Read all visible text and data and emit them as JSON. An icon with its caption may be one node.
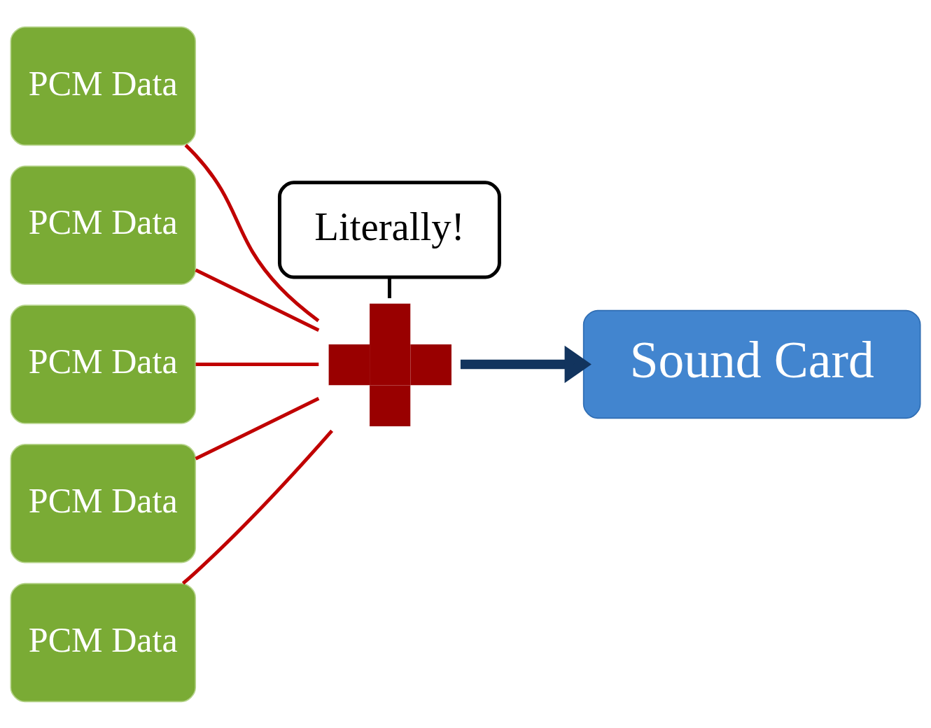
{
  "diagram": {
    "nodes": [
      {
        "text": [
          "PCM Data"
        ]
      },
      {
        "text": [
          "PCM Data"
        ]
      },
      {
        "text": [
          "PCM Data"
        ]
      },
      {
        "text": [
          "PCM Data"
        ]
      },
      {
        "text": [
          "PCM Data"
        ]
      },
      {
        "text": [
          "Literally!"
        ]
      },
      {
        "text": [],
        "shape": "plus"
      },
      {
        "text": [
          "Sound Card"
        ]
      }
    ],
    "edges": [
      {
        "from": 0,
        "to": 6,
        "arrow": "none",
        "color": "#c00000"
      },
      {
        "from": 1,
        "to": 6,
        "arrow": "none",
        "color": "#c00000"
      },
      {
        "from": 2,
        "to": 6,
        "arrow": "none",
        "color": "#c00000"
      },
      {
        "from": 3,
        "to": 6,
        "arrow": "none",
        "color": "#c00000"
      },
      {
        "from": 4,
        "to": 6,
        "arrow": "none",
        "color": "#c00000"
      },
      {
        "from": 5,
        "to": 6,
        "arrow": "none",
        "color": "#000000"
      },
      {
        "from": 6,
        "to": 7,
        "arrow": "to",
        "style": "thick",
        "color": "#12345e"
      }
    ]
  }
}
